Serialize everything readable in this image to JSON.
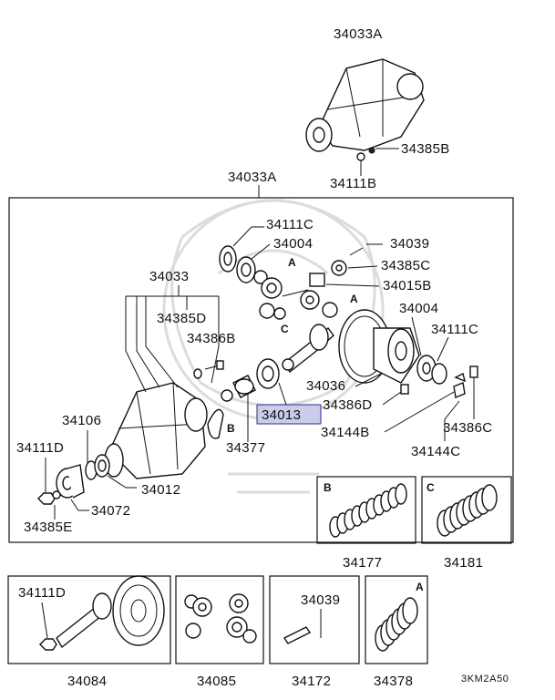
{
  "diagram": {
    "accent_highlight": "#c9cdea",
    "highlight_border": "#2a2f8a",
    "labels": {
      "top_assy": "34033A",
      "bolt_top": "34385B",
      "nut_top": "34111B",
      "main_assy": "34033A",
      "nut_c": "34111C",
      "bearing_a": "34004",
      "pin": "34039",
      "washer_c": "34385C",
      "housing": "34033",
      "shaft": "34015B",
      "washer_d": "34385D",
      "bolt_b": "34386B",
      "bearing_b": "34004",
      "nut_c2": "34111C",
      "spacer": "34036",
      "bolt_d": "34386D",
      "bearing_main": "34013",
      "seal": "34106",
      "nut_d": "34111D",
      "collar": "34377",
      "plate_b": "34144B",
      "bolt_c": "34386C",
      "plate_c": "34144C",
      "shim_ring": "34012",
      "flange": "34072",
      "washer_e": "34385E",
      "shims_b": "34177",
      "shims_c": "34181",
      "gear_set_nut": "34111D",
      "pin_kit": "34039",
      "gear_set": "34084",
      "diff_gears": "34085",
      "pin_set": "34172",
      "shims_a": "34378",
      "code": "3KM2A50"
    },
    "letters": {
      "a1": "A",
      "a2": "A",
      "b": "B",
      "c": "C",
      "box_b": "B",
      "box_c": "C",
      "box_a": "A"
    }
  }
}
